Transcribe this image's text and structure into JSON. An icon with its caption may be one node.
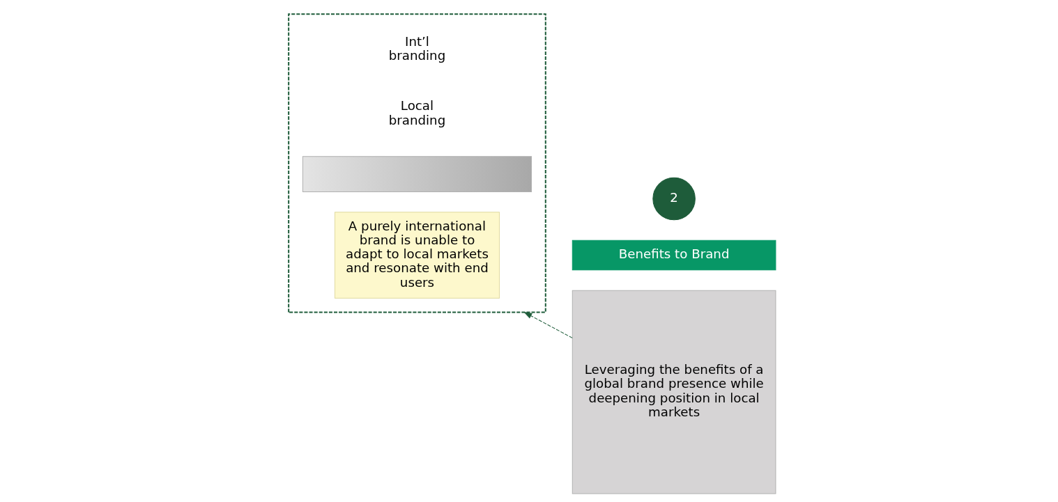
{
  "diagram": {
    "nodes": [
      {
        "text": [],
        "shape": "box"
      },
      {
        "text": [
          "A purely international brand is unable to adapt to local markets and resonate with end users"
        ],
        "in": 0
      },
      {
        "text": [],
        "shape": "bar",
        "in": 0
      },
      {
        "text": [
          "2"
        ]
      },
      {
        "text": [
          "Benefits to Brand"
        ]
      },
      {
        "text": [
          "Leveraging the benefits of a global brand presence while deepening position in local markets"
        ]
      }
    ],
    "edges": [
      {
        "from": 5,
        "to": 0,
        "arrow": "to",
        "style": "dashed",
        "color": "#1e5c3a"
      }
    ],
    "labels": [
      "Local branding",
      "Int’l branding"
    ]
  }
}
